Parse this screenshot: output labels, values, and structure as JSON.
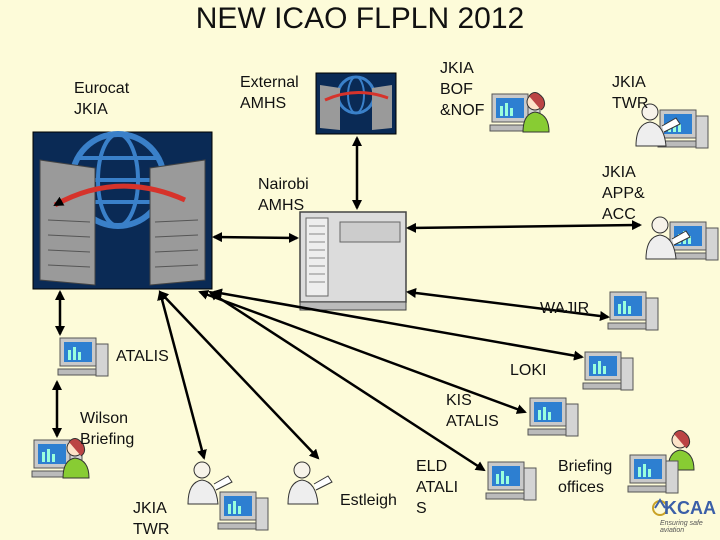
{
  "title": "NEW ICAO FLPLN 2012",
  "labels": {
    "eurocat": "Eurocat\nJKIA",
    "external_amhs": "External\nAMHS",
    "jkia_bof": "JKIA\nBOF\n&NOF",
    "jkia_twr_top": "JKIA\nTWR",
    "nairobi_amhs": "Nairobi\nAMHS",
    "jkia_app": "JKIA\nAPP&\nACC",
    "wajir": "WAJIR",
    "atalis": "ATALIS",
    "loki": "LOKI",
    "kis_atalis": "KIS\nATALIS",
    "wilson": "Wilson\nBriefing",
    "eld": "ELD\nATALI\nS",
    "estleigh": "Estleigh",
    "briefing": "Briefing\noffices",
    "jkia_twr_bottom": "JKIA\nTWR"
  },
  "logo": {
    "word": "KCAA",
    "tagline": "Ensuring safe aviation"
  },
  "colors": {
    "background": "#fdfbd9",
    "arrow": "#000000",
    "globe": "#3a80c9",
    "server": "#dcdcdc"
  }
}
